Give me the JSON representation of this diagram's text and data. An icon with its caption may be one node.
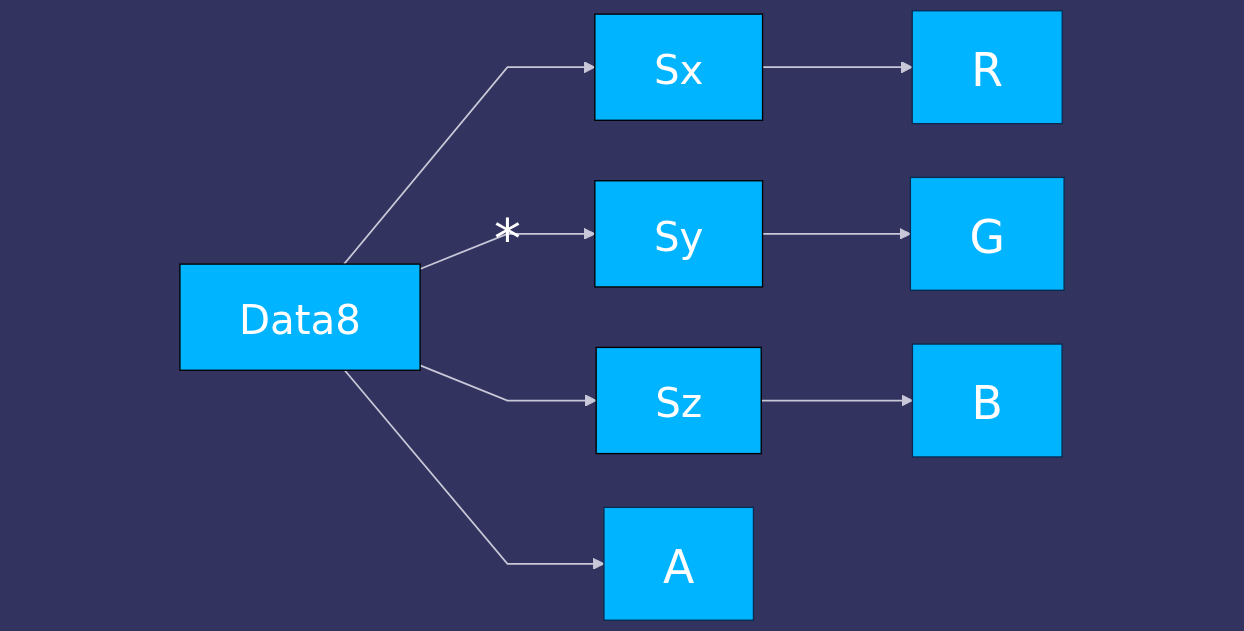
{
  "diagram": {
    "nodes": [
      {
        "text": [
          "Data8"
        ]
      },
      {
        "text": [
          "Sx"
        ]
      },
      {
        "text": [
          "Sy"
        ]
      },
      {
        "text": [
          "Sz"
        ]
      },
      {
        "text": [
          "R"
        ]
      },
      {
        "text": [
          "G"
        ]
      },
      {
        "text": [
          "B"
        ]
      },
      {
        "text": [
          "A"
        ]
      }
    ],
    "edges": [
      {
        "from": 0,
        "to": 1,
        "arrow": "to"
      },
      {
        "from": 0,
        "to": 2,
        "arrow": "to",
        "label": "*"
      },
      {
        "from": 0,
        "to": 3,
        "arrow": "to"
      },
      {
        "from": 1,
        "to": 4,
        "arrow": "to"
      },
      {
        "from": 2,
        "to": 5,
        "arrow": "to"
      },
      {
        "from": 3,
        "to": 6,
        "arrow": "to"
      },
      {
        "from": 0,
        "to": 7,
        "arrow": "to"
      }
    ]
  }
}
